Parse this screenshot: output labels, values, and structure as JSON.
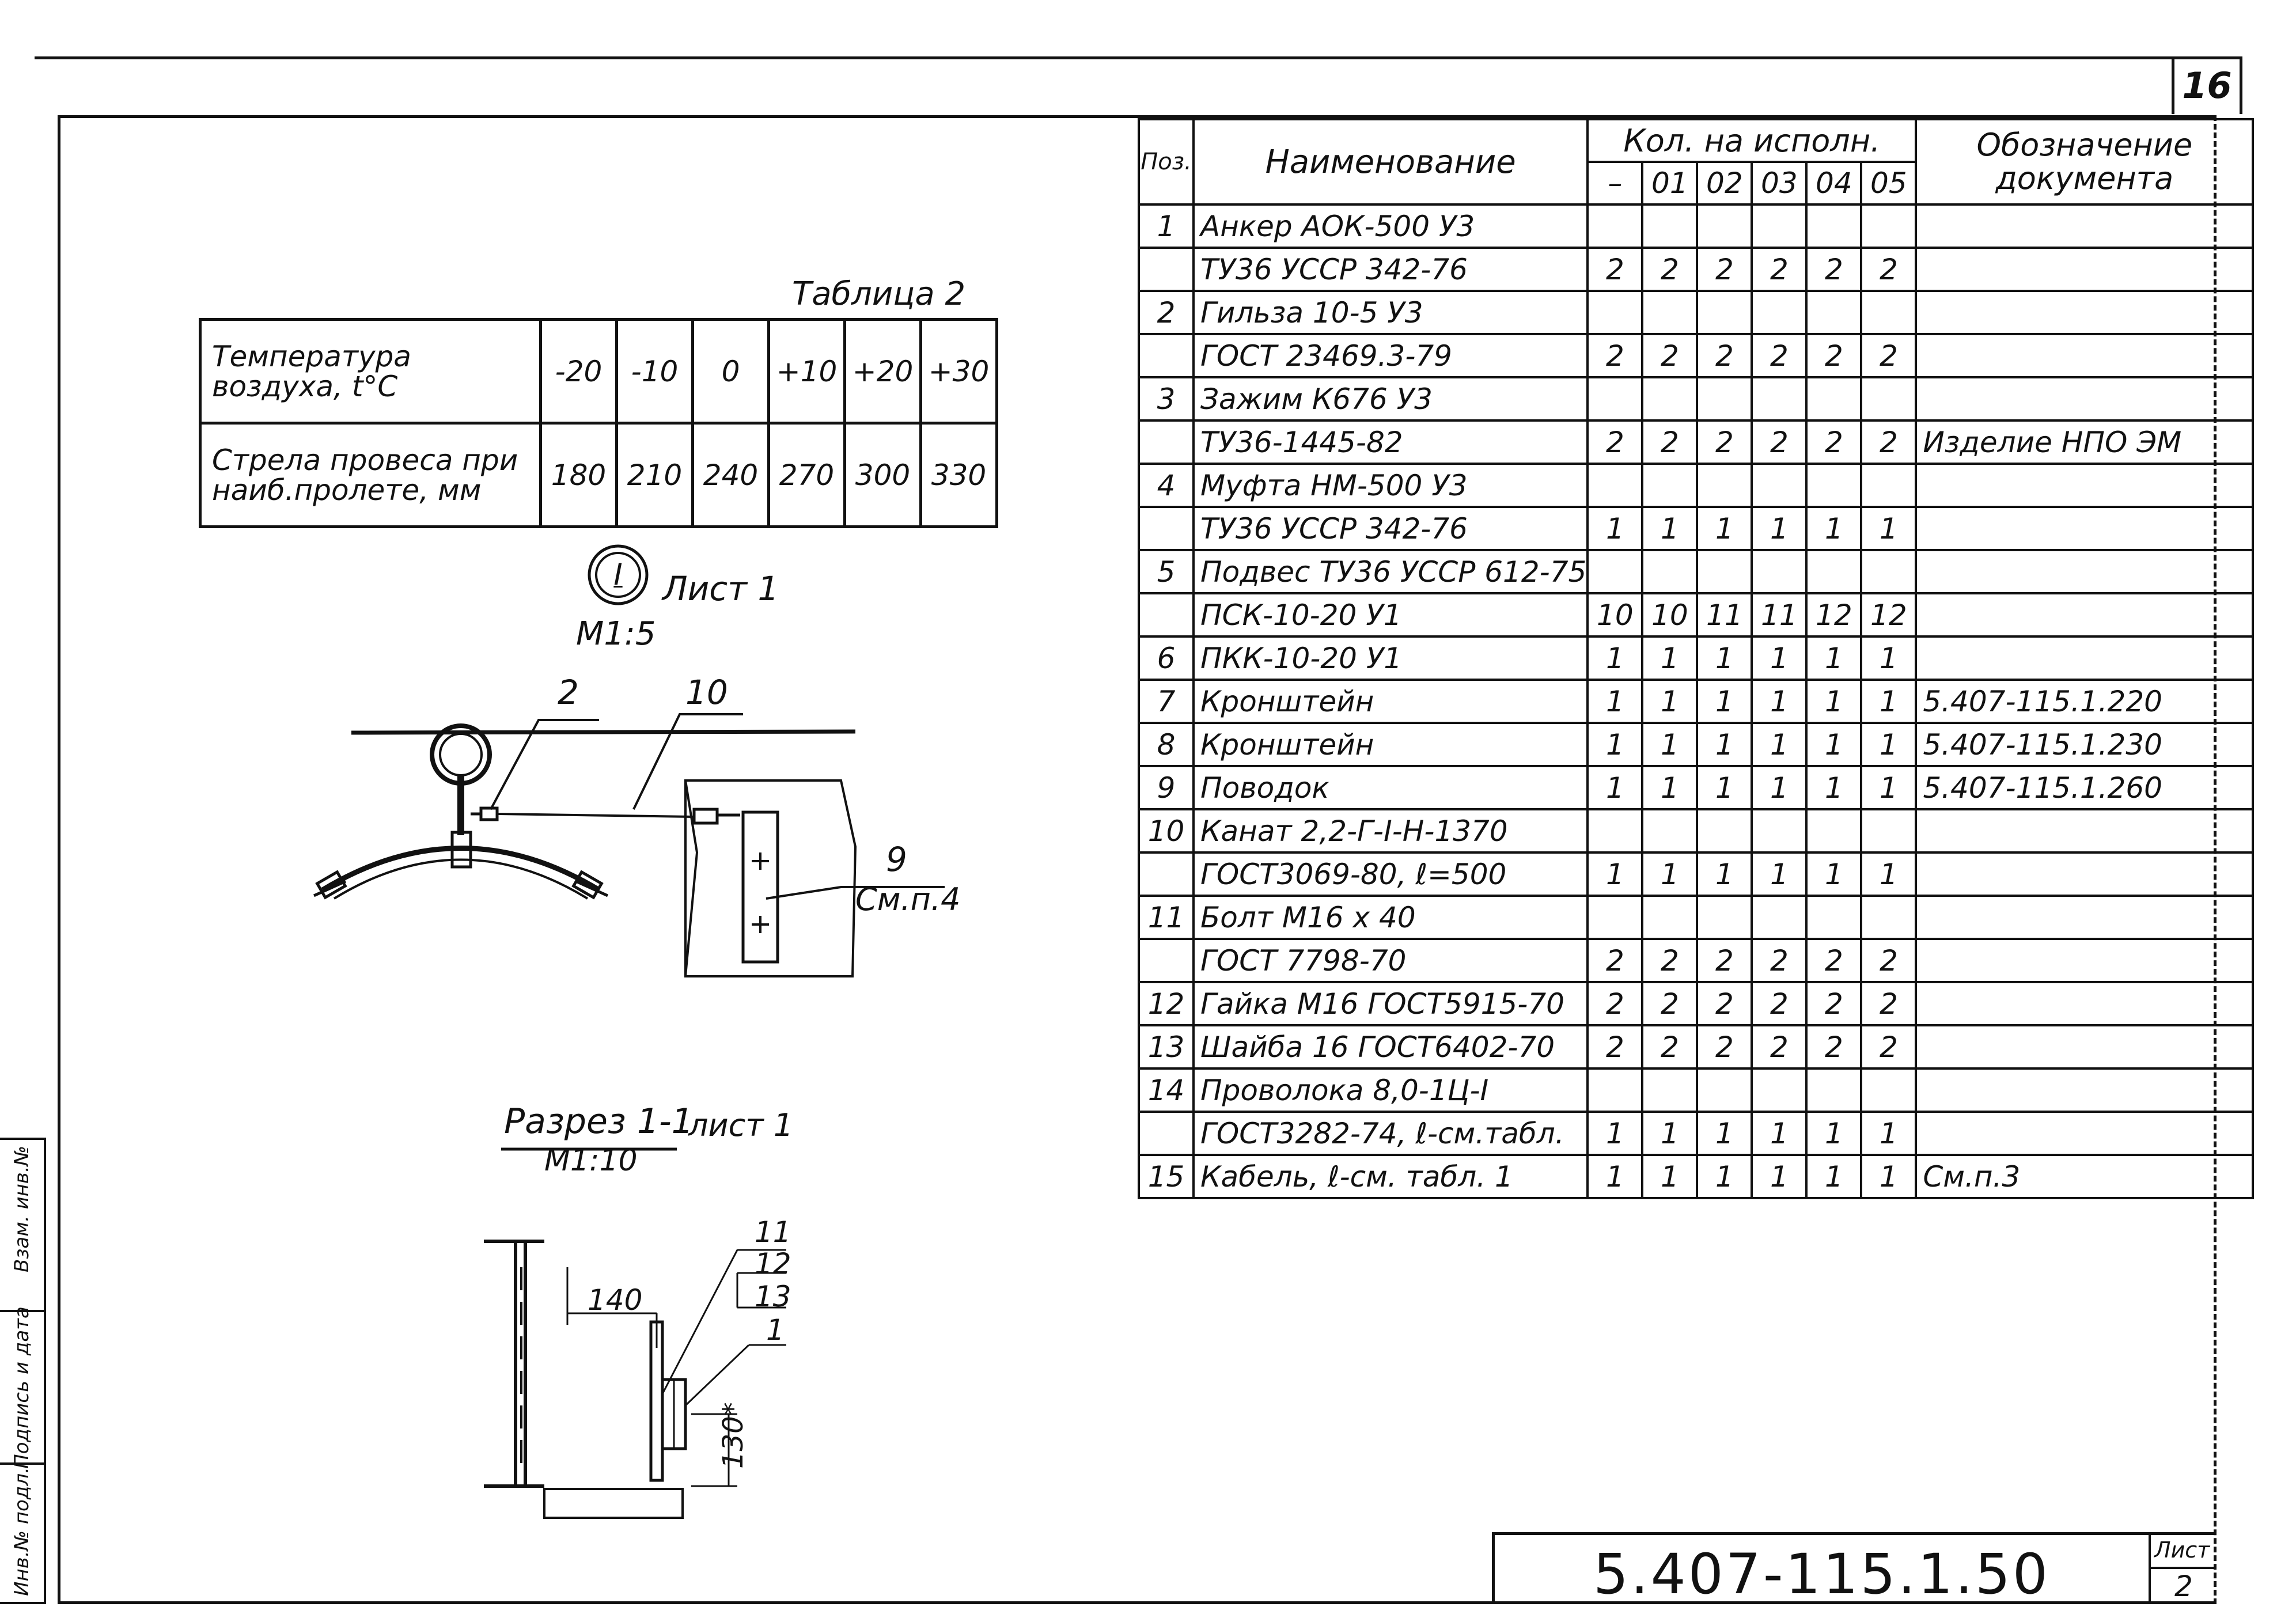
{
  "sheet_number": "16",
  "table2": {
    "caption": "Таблица 2",
    "row1_header": "Температура воздуха, t°C",
    "row1_values": [
      "-20",
      "-10",
      "0",
      "+10",
      "+20",
      "+30"
    ],
    "row2_header": "Стрела провеса при наиб.пролете, мм",
    "row2_values": [
      "180",
      "210",
      "240",
      "270",
      "300",
      "330"
    ]
  },
  "view1": {
    "marker": "I",
    "sheet_ref": "Лист 1",
    "scale": "М1:5",
    "callouts": [
      "2",
      "10",
      "9"
    ],
    "note": "См.п.4"
  },
  "section": {
    "title": "Разрез 1-1",
    "sheet_ref": "лист 1",
    "scale": "М1:10",
    "dim_h": "140",
    "dim_v": "130*",
    "callouts": [
      "11",
      "12",
      "13",
      "1"
    ]
  },
  "spec": {
    "headers": {
      "pos": "Поз.",
      "name": "Наименование",
      "qty": "Кол. на исполн.",
      "variants": [
        "–",
        "01",
        "02",
        "03",
        "04",
        "05"
      ],
      "doc": "Обозначение документа"
    },
    "rows": [
      {
        "pos": "1",
        "name": "Анкер АОК-500 У3",
        "qty": [
          "",
          "",
          "",
          "",
          "",
          ""
        ],
        "doc": ""
      },
      {
        "pos": "",
        "name": "ТУ36 УССР 342-76",
        "qty": [
          "2",
          "2",
          "2",
          "2",
          "2",
          "2"
        ],
        "doc": ""
      },
      {
        "pos": "2",
        "name": "Гильза 10-5 У3",
        "qty": [
          "",
          "",
          "",
          "",
          "",
          ""
        ],
        "doc": ""
      },
      {
        "pos": "",
        "name": "ГОСТ 23469.3-79",
        "qty": [
          "2",
          "2",
          "2",
          "2",
          "2",
          "2"
        ],
        "doc": ""
      },
      {
        "pos": "3",
        "name": "Зажим К676 У3",
        "qty": [
          "",
          "",
          "",
          "",
          "",
          ""
        ],
        "doc": ""
      },
      {
        "pos": "",
        "name": "ТУ36-1445-82",
        "qty": [
          "2",
          "2",
          "2",
          "2",
          "2",
          "2"
        ],
        "doc": "Изделие НПО ЭМ"
      },
      {
        "pos": "4",
        "name": "Муфта НМ-500 У3",
        "qty": [
          "",
          "",
          "",
          "",
          "",
          ""
        ],
        "doc": ""
      },
      {
        "pos": "",
        "name": "ТУ36 УССР 342-76",
        "qty": [
          "1",
          "1",
          "1",
          "1",
          "1",
          "1"
        ],
        "doc": ""
      },
      {
        "pos": "5",
        "name": "Подвес ТУ36 УССР 612-75",
        "qty": [
          "",
          "",
          "",
          "",
          "",
          ""
        ],
        "doc": ""
      },
      {
        "pos": "",
        "name": "ПСК-10-20 У1",
        "qty": [
          "10",
          "10",
          "11",
          "11",
          "12",
          "12"
        ],
        "doc": ""
      },
      {
        "pos": "6",
        "name": "ПКК-10-20 У1",
        "qty": [
          "1",
          "1",
          "1",
          "1",
          "1",
          "1"
        ],
        "doc": ""
      },
      {
        "pos": "7",
        "name": "Кронштейн",
        "qty": [
          "1",
          "1",
          "1",
          "1",
          "1",
          "1"
        ],
        "doc": "5.407-115.1.220"
      },
      {
        "pos": "8",
        "name": "Кронштейн",
        "qty": [
          "1",
          "1",
          "1",
          "1",
          "1",
          "1"
        ],
        "doc": "5.407-115.1.230"
      },
      {
        "pos": "9",
        "name": "Поводок",
        "qty": [
          "1",
          "1",
          "1",
          "1",
          "1",
          "1"
        ],
        "doc": "5.407-115.1.260"
      },
      {
        "pos": "10",
        "name": "Канат 2,2-Г-I-Н-1370",
        "qty": [
          "",
          "",
          "",
          "",
          "",
          ""
        ],
        "doc": ""
      },
      {
        "pos": "",
        "name": "ГОСТ3069-80, ℓ=500",
        "qty": [
          "1",
          "1",
          "1",
          "1",
          "1",
          "1"
        ],
        "doc": ""
      },
      {
        "pos": "11",
        "name": "Болт М16 х 40",
        "qty": [
          "",
          "",
          "",
          "",
          "",
          ""
        ],
        "doc": ""
      },
      {
        "pos": "",
        "name": "ГОСТ 7798-70",
        "qty": [
          "2",
          "2",
          "2",
          "2",
          "2",
          "2"
        ],
        "doc": ""
      },
      {
        "pos": "12",
        "name": "Гайка М16 ГОСТ5915-70",
        "qty": [
          "2",
          "2",
          "2",
          "2",
          "2",
          "2"
        ],
        "doc": ""
      },
      {
        "pos": "13",
        "name": "Шайба 16 ГОСТ6402-70",
        "qty": [
          "2",
          "2",
          "2",
          "2",
          "2",
          "2"
        ],
        "doc": ""
      },
      {
        "pos": "14",
        "name": "Проволока 8,0-1Ц-I",
        "qty": [
          "",
          "",
          "",
          "",
          "",
          ""
        ],
        "doc": ""
      },
      {
        "pos": "",
        "name": "ГОСТ3282-74, ℓ-см.табл.",
        "qty": [
          "1",
          "1",
          "1",
          "1",
          "1",
          "1"
        ],
        "doc": ""
      },
      {
        "pos": "15",
        "name": "Кабель, ℓ-см. табл. 1",
        "qty": [
          "1",
          "1",
          "1",
          "1",
          "1",
          "1"
        ],
        "doc": "См.п.3"
      }
    ]
  },
  "title_block": {
    "code": "5.407-115.1.50",
    "sheet_label": "Лист",
    "sheet_no": "2"
  },
  "stamp": {
    "cells": [
      "Инв.№ подл.",
      "Подпись и дата",
      "Взам. инв.№"
    ]
  }
}
